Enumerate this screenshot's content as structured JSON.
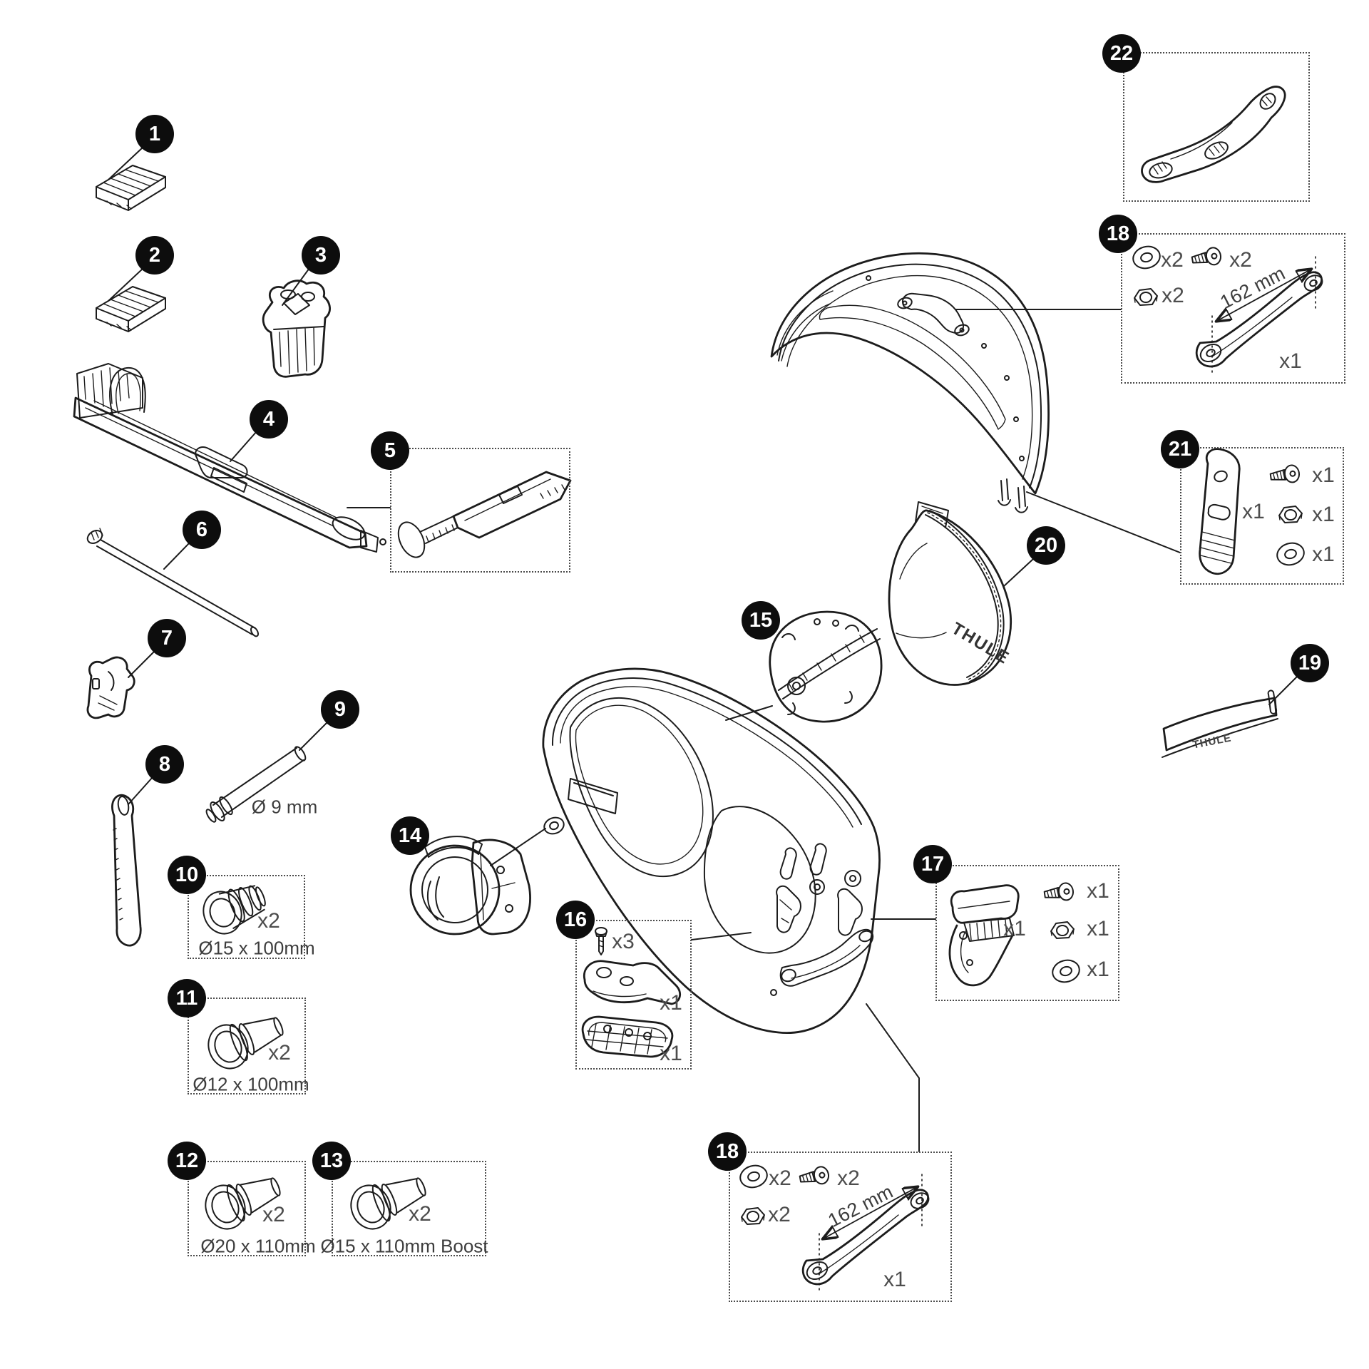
{
  "diagram_title": "Exploded spare-parts diagram (bike travel case)",
  "colors": {
    "background": "#ffffff",
    "line": "#1c1c1c",
    "badge": "#0d0d0d",
    "badge_text": "#ffffff",
    "label_text": "#4d4d4d"
  },
  "callouts": {
    "c1": "1",
    "c2": "2",
    "c3": "3",
    "c4": "4",
    "c5": "5",
    "c6": "6",
    "c7": "7",
    "c8": "8",
    "c9": "9",
    "c10": "10",
    "c11": "11",
    "c12": "12",
    "c13": "13",
    "c14": "14",
    "c15": "15",
    "c16": "16",
    "c17": "17",
    "c18a": "18",
    "c18b": "18",
    "c19": "19",
    "c20": "20",
    "c21": "21",
    "c22": "22"
  },
  "labels": {
    "p9_diameter": "Ø 9 mm",
    "p10_qty": "x2",
    "p10_size": "Ø15 x 100mm",
    "p11_qty": "x2",
    "p11_size": "Ø12 x 100mm",
    "p12_qty": "x2",
    "p12_size": "Ø20 x 110mm",
    "p13_qty": "x2",
    "p13_size": "Ø15 x 110mm Boost",
    "p16_screw_qty": "x3",
    "p16_bracket_qty": "x1",
    "p16_plate_qty": "x1",
    "p17_buckle_qty": "x1",
    "p17_screw_qty": "x1",
    "p17_nut_qty": "x1",
    "p17_washer_qty": "x1",
    "p18a_washer_qty": "x2",
    "p18a_screw_qty": "x2",
    "p18a_nut_qty": "x2",
    "p18a_dimension": "162 mm",
    "p18a_handle_qty": "x1",
    "p18b_washer_qty": "x2",
    "p18b_screw_qty": "x2",
    "p18b_nut_qty": "x2",
    "p18b_dimension": "162 mm",
    "p18b_handle_qty": "x1",
    "p21_strap_qty": "x1",
    "p21_screw_qty": "x1",
    "p21_nut_qty": "x1",
    "p21_washer_qty": "x1",
    "brand_19": "THULE",
    "brand_20": "THULE"
  }
}
